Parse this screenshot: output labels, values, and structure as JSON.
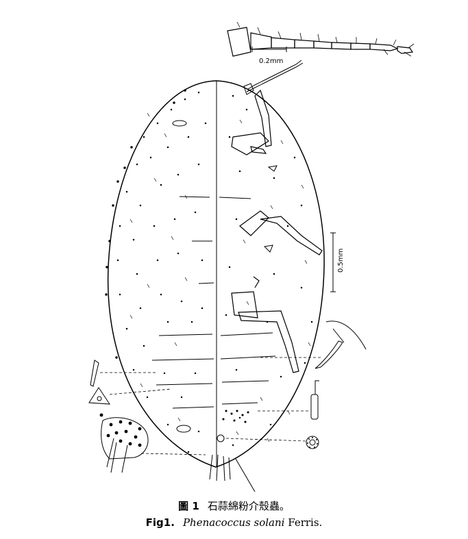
{
  "figure": {
    "scale_top": "0.2mm",
    "scale_side": "0.5mm"
  },
  "caption": {
    "zh_label": "圖 1",
    "zh_text": "石蒜綿粉介殼蟲。",
    "en_label": "Fig1.",
    "en_species": "Phenacoccus solani",
    "en_author": "Ferris."
  },
  "colors": {
    "ink": "#000000",
    "paper": "#ffffff"
  }
}
